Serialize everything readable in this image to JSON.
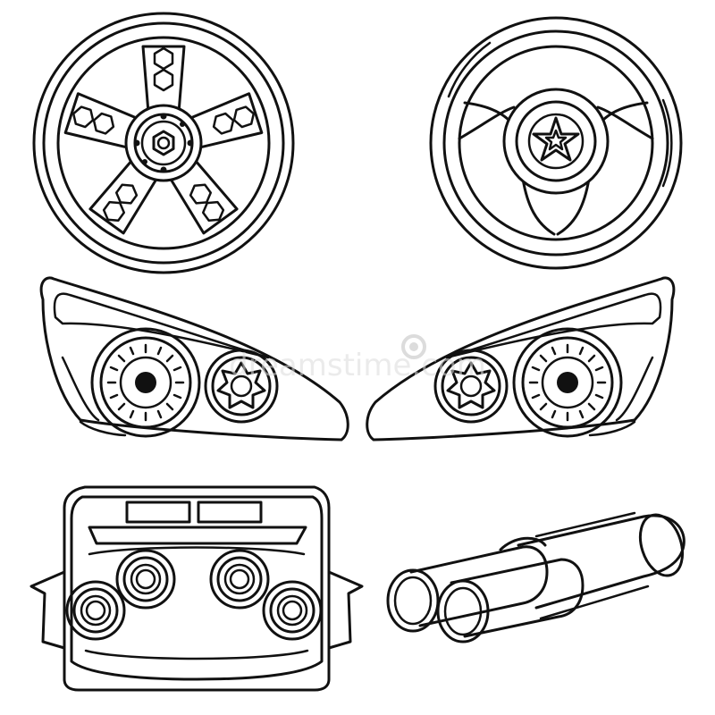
{
  "watermark": {
    "text": "dreamstime.com"
  },
  "colors": {
    "line": "#111111",
    "background": "#ffffff",
    "watermark": "#dcdcdc"
  },
  "illustrations": [
    {
      "id": "alloy-wheel",
      "icon": "alloy-wheel-icon"
    },
    {
      "id": "steering-wheel",
      "icon": "steering-wheel-icon"
    },
    {
      "id": "headlight-left",
      "icon": "headlight-icon"
    },
    {
      "id": "headlight-right",
      "icon": "headlight-icon"
    },
    {
      "id": "tail-lights-rear",
      "icon": "tail-lights-icon"
    },
    {
      "id": "exhaust-pipes",
      "icon": "exhaust-pipe-icon"
    }
  ]
}
